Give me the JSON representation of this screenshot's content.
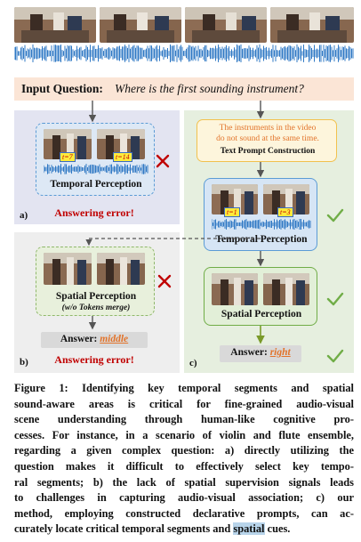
{
  "figure": {
    "input_question_label": "Input Question:",
    "input_question_text": "Where is the first sounding instrument?",
    "panel_a": {
      "letter": "a)",
      "box_label": "Temporal Perception",
      "tags": [
        "t=7",
        "t=14"
      ],
      "error_text": "Answering error!",
      "status_icon": "cross-icon"
    },
    "panel_b": {
      "letter": "b)",
      "box_label": "Spatial Perception",
      "box_note": "(w/o Tokens merge)",
      "answer_label": "Answer:",
      "answer_value": "middle",
      "error_text": "Answering error!",
      "status_icon": "cross-icon"
    },
    "panel_c": {
      "letter": "c)",
      "prompt_text_line1": "The instruments in the video",
      "prompt_text_line2": "do not sound at the same time.",
      "prompt_label": "Text Prompt Construction",
      "temporal_label": "Temporal Perception",
      "tags": [
        "t=1",
        "t=3"
      ],
      "spatial_label": "Spatial Perception",
      "answer_label": "Answer:",
      "answer_value": "right",
      "status_icon": "check-icon"
    },
    "colors": {
      "error_red": "#c00000",
      "check_green": "#70ad47",
      "answer_orange": "#e2732a",
      "prompt_border": "#f2c14e",
      "temporal_blue": "#5b9bd5",
      "spatial_green": "#70ad47"
    }
  },
  "caption": {
    "lines": [
      "Figure 1: Identifying key temporal segments and spatial",
      "sound-aware areas is critical for fine-grained audio-visual",
      "scene understanding through human-like cognitive pro-",
      "cesses. For instance, in a scenario of violin and flute ensemble,",
      "regarding a given complex question: a) directly utilizing the",
      "question makes it difficult to effectively select key tempo-",
      "ral segments; b) the lack of spatial supervision signals leads",
      "to challenges in capturing audio-visual association; c) our",
      "method, employing constructed declarative prompts, can ac-"
    ],
    "last_line_before": "curately locate critical temporal segments and ",
    "last_line_highlight": "spatial",
    "last_line_after": " cues."
  }
}
